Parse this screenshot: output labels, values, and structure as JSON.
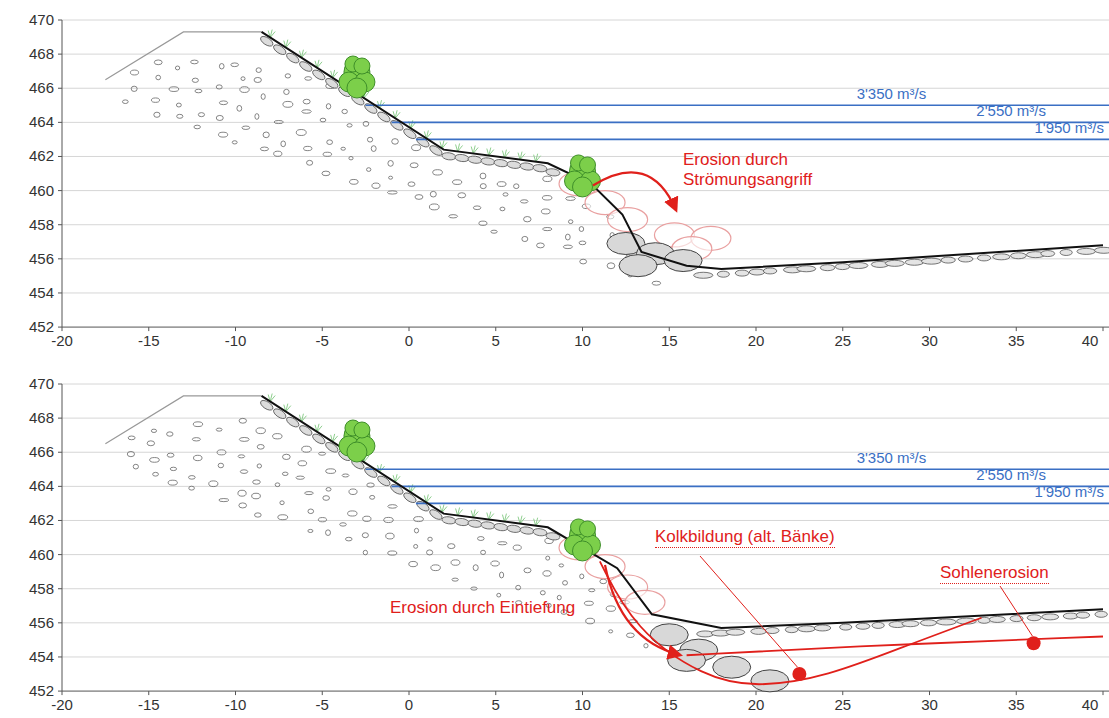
{
  "diagram": {
    "labels": [
      "470",
      "468",
      "466",
      "464",
      "462",
      "460",
      "458",
      "456",
      "454",
      "452",
      "-20",
      "-15",
      "-10",
      "-5",
      "0",
      "5",
      "10",
      "15",
      "20",
      "25",
      "30",
      "35",
      "40",
      "3'350 m³/s",
      "2'550 m³/s",
      "1'950 m³/s",
      "Erosion durch Strömungsangriff",
      "470",
      "468",
      "466",
      "464",
      "462",
      "460",
      "458",
      "456",
      "454",
      "452",
      "-20",
      "-15",
      "-10",
      "-5",
      "0",
      "5",
      "10",
      "15",
      "20",
      "25",
      "30",
      "35",
      "40",
      "3'350 m³/s",
      "2'550 m³/s",
      "1'950 m³/s",
      "Kolkbildung (alt. Bänke)",
      "Sohlenerosion",
      "Erosion durch Eintiefung"
    ]
  }
}
